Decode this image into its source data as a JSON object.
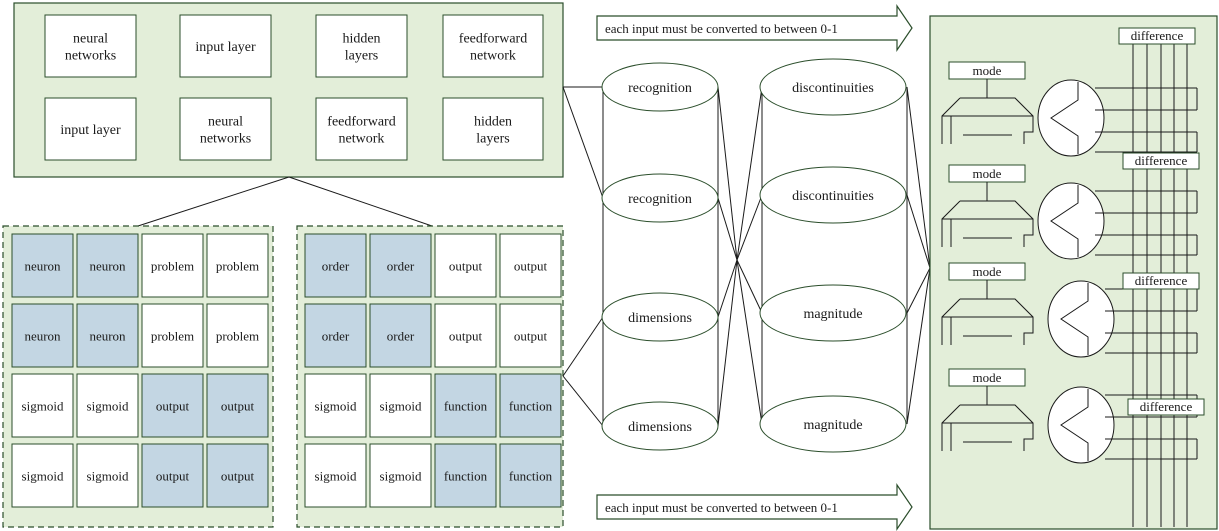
{
  "colors": {
    "panel_fill": "#e3eed9",
    "stroke": "#2b4e2b",
    "cell_blue": "#c3d6e3",
    "cell_white": "#ffffff"
  },
  "top_panel": {
    "boxes": [
      [
        "neural\nnetworks",
        "input layer",
        "hidden\nlayers",
        "feedforward\nnetwork"
      ],
      [
        "input layer",
        "neural\nnetworks",
        "feedforward\nnetwork",
        "hidden\nlayers"
      ]
    ]
  },
  "left_grid": {
    "cells": [
      [
        "neuron",
        "neuron",
        "problem",
        "problem"
      ],
      [
        "neuron",
        "neuron",
        "problem",
        "problem"
      ],
      [
        "sigmoid",
        "sigmoid",
        "output",
        "output"
      ],
      [
        "sigmoid",
        "sigmoid",
        "output",
        "output"
      ]
    ],
    "shaded": [
      [
        true,
        true,
        false,
        false
      ],
      [
        true,
        true,
        false,
        false
      ],
      [
        false,
        false,
        true,
        true
      ],
      [
        false,
        false,
        true,
        true
      ]
    ]
  },
  "right_grid": {
    "cells": [
      [
        "order",
        "order",
        "output",
        "output"
      ],
      [
        "order",
        "order",
        "output",
        "output"
      ],
      [
        "sigmoid",
        "sigmoid",
        "function",
        "function"
      ],
      [
        "sigmoid",
        "sigmoid",
        "function",
        "function"
      ]
    ],
    "shaded": [
      [
        true,
        true,
        false,
        false
      ],
      [
        true,
        true,
        false,
        false
      ],
      [
        false,
        false,
        true,
        true
      ],
      [
        false,
        false,
        true,
        true
      ]
    ]
  },
  "arrows": {
    "top": "each input must be converted to between 0-1",
    "bottom": "each input must be converted to between 0-1"
  },
  "ellipses_left": [
    "recognition",
    "recognition",
    "dimensions",
    "dimensions"
  ],
  "ellipses_right": [
    "discontinuities",
    "discontinuities",
    "magnitude",
    "magnitude"
  ],
  "units": [
    {
      "mode": "mode",
      "difference": "difference"
    },
    {
      "mode": "mode",
      "difference": "difference"
    },
    {
      "mode": "mode",
      "difference": "difference"
    },
    {
      "mode": "mode",
      "difference": "difference"
    }
  ]
}
